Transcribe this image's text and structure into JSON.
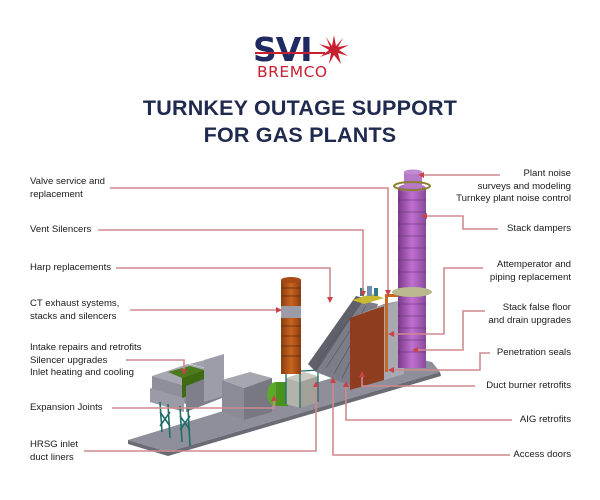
{
  "logo": {
    "top_text": "SVI",
    "bottom_text": "BREMCO",
    "colors": {
      "navy": "#1f2a63",
      "red": "#c8202f"
    }
  },
  "title": {
    "line1": "TURNKEY OUTAGE SUPPORT",
    "line2": "FOR GAS PLANTS",
    "color": "#1f2a4e"
  },
  "leader_color": "#d08a8e",
  "labels_left": [
    {
      "id": "valve-service",
      "text": "Valve service and\nreplacement"
    },
    {
      "id": "vent-silencers",
      "text": "Vent Silencers"
    },
    {
      "id": "harp-replacements",
      "text": "Harp replacements"
    },
    {
      "id": "ct-exhaust",
      "text": "CT exhaust systems,\nstacks and silencers"
    },
    {
      "id": "intake-repairs",
      "text": "Intake repairs and retrofits\nSilencer upgrades\nInlet heating and cooling"
    },
    {
      "id": "expansion-joints",
      "text": "Expansion Joints"
    },
    {
      "id": "hrsg-inlet",
      "text": "HRSG inlet\nduct liners"
    }
  ],
  "labels_right": [
    {
      "id": "plant-noise",
      "text": "Plant noise\nsurveys and modeling\nTurnkey plant noise control"
    },
    {
      "id": "stack-dampers",
      "text": "Stack dampers"
    },
    {
      "id": "attemperator",
      "text": "Attemperator and\npiping replacement"
    },
    {
      "id": "stack-false-floor",
      "text": "Stack false floor\nand drain upgrades"
    },
    {
      "id": "penetration-seals",
      "text": "Penetration seals"
    },
    {
      "id": "duct-burner",
      "text": "Duct burner retrofits"
    },
    {
      "id": "aig-retrofits",
      "text": "AIG retrofits"
    },
    {
      "id": "access-doors",
      "text": "Access doors"
    }
  ]
}
